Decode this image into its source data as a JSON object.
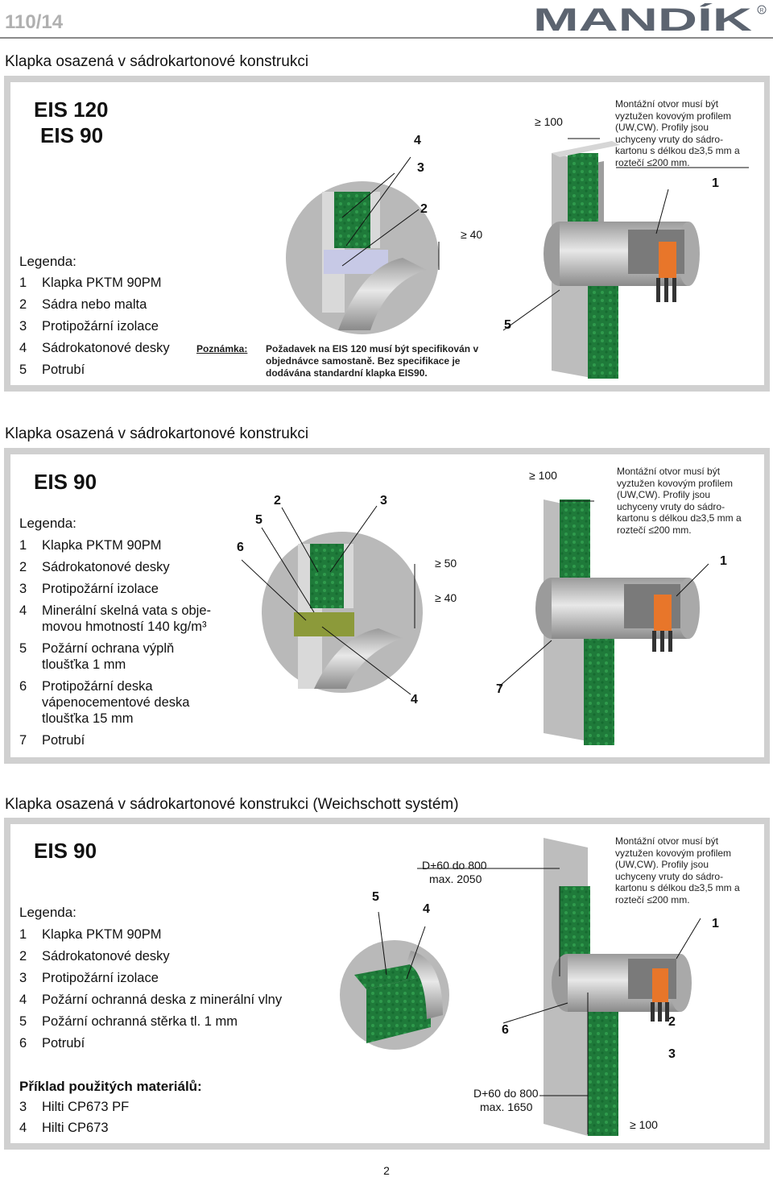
{
  "header": {
    "page_number": "110/14",
    "brand": "MANDÍK"
  },
  "sections": [
    {
      "title": "Klapka osazená v sádrokartonové konstrukci",
      "classes": [
        "EIS 120",
        "EIS 90"
      ],
      "legend_title": "Legenda:",
      "legend": [
        {
          "num": "1",
          "text": "Klapka PKTM 90PM"
        },
        {
          "num": "2",
          "text": "Sádra nebo malta"
        },
        {
          "num": "3",
          "text": "Protipožární izolace"
        },
        {
          "num": "4",
          "text": "Sádrokatonové desky"
        },
        {
          "num": "5",
          "text": "Potrubí"
        }
      ],
      "note_label": "Poznámka:",
      "note_text": [
        "Požadavek na EIS 120 musí být specifikován v",
        "objednávce samostaně. Bez specifikace je",
        "dodávána standardní klapka EIS90."
      ],
      "mounting_note": [
        "Montážní  otvor  musí  být",
        "vyztužen kovovým profilem",
        "(UW,CW).  Profily  jsou",
        "uchyceny  vruty  do  sádro-",
        "kartonu s délkou d≥3,5 mm a",
        "roztečí ≤200 mm."
      ],
      "callouts": [
        "4",
        "3",
        "2",
        "1",
        "5"
      ],
      "dims": [
        "≥ 100",
        "≥ 40"
      ]
    },
    {
      "title": "Klapka osazená v sádrokartonové konstrukci",
      "classes": [
        "EIS 90"
      ],
      "legend_title": "Legenda:",
      "legend": [
        {
          "num": "1",
          "text": "Klapka PKTM 90PM"
        },
        {
          "num": "2",
          "text": "Sádrokatonové desky"
        },
        {
          "num": "3",
          "text": "Protipožární izolace"
        },
        {
          "num": "4",
          "text": "Minerální skelná vata s obje-"
        },
        {
          "num": "",
          "text": "movou hmotností 140 kg/m³"
        },
        {
          "num": "5",
          "text": "Požární  ochrana  výplň"
        },
        {
          "num": "",
          "text": "tloušťka 1 mm"
        },
        {
          "num": "6",
          "text": "Protipožární deska"
        },
        {
          "num": "",
          "text": "vápenocementové deska"
        },
        {
          "num": "",
          "text": "tloušťka 15 mm"
        },
        {
          "num": "7",
          "text": "Potrubí"
        }
      ],
      "mounting_note": [
        "Montážní  otvor  musí  být",
        "vyztužen kovovým profilem",
        "(UW,CW).  Profily  jsou",
        "uchyceny  vruty  do  sádro-",
        "kartonu s délkou d≥3,5 mm a",
        "roztečí ≤200 mm."
      ],
      "callouts": [
        "2",
        "3",
        "5",
        "6",
        "4",
        "7",
        "1"
      ],
      "dims": [
        "≥ 100",
        "≥ 50",
        "≥ 40"
      ]
    },
    {
      "title": "Klapka osazená v sádrokartonové konstrukci (Weichschott systém)",
      "classes": [
        "EIS 90"
      ],
      "legend_title": "Legenda:",
      "legend": [
        {
          "num": "1",
          "text": "Klapka PKTM 90PM"
        },
        {
          "num": "2",
          "text": "Sádrokatonové desky"
        },
        {
          "num": "3",
          "text": "Protipožární izolace"
        },
        {
          "num": "4",
          "text": "Požární ochranná deska z minerální vlny"
        },
        {
          "num": "5",
          "text": "Požární ochranná stěrka tl. 1 mm"
        },
        {
          "num": "6",
          "text": "Potrubí"
        }
      ],
      "materials_title": "Příklad použitých materiálů:",
      "materials": [
        {
          "num": "3",
          "text": "Hilti CP673 PF"
        },
        {
          "num": "4",
          "text": "Hilti CP673"
        }
      ],
      "mounting_note": [
        "Montážní  otvor  musí  být",
        "vyztužen kovovým profilem",
        "(UW,CW).  Profily  jsou",
        "uchyceny  vruty  do  sádro-",
        "kartonu s délkou d≥3,5 mm a",
        "roztečí ≤200 mm."
      ],
      "dim_top": [
        "D+60 do 800",
        "max. 2050"
      ],
      "dim_bottom": [
        "D+60 do 800",
        "max. 1650"
      ],
      "callouts": [
        "5",
        "4",
        "1",
        "6",
        "2",
        "3"
      ],
      "dims": [
        "≥ 100"
      ]
    }
  ],
  "footer": {
    "page": "2"
  }
}
